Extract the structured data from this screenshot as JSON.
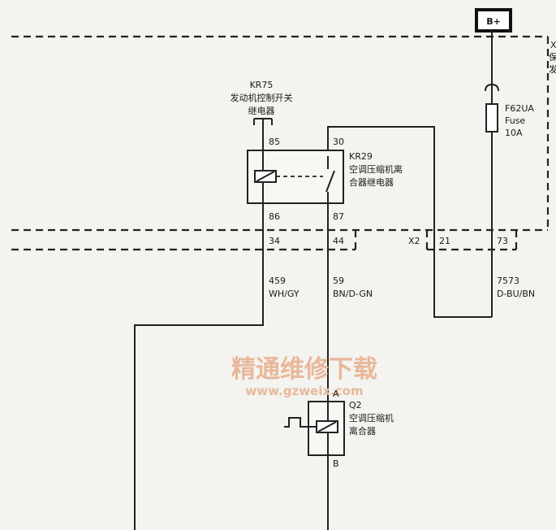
{
  "power": {
    "label": "B+"
  },
  "fuse_box_partial": {
    "label_line1": "X",
    "label_line2": "保",
    "label_line3": "发"
  },
  "fuse": {
    "id": "F62UA",
    "name": "Fuse",
    "rating": "10A"
  },
  "relay_kr75": {
    "id": "KR75",
    "line1": "发动机控制开关",
    "line2": "继电器"
  },
  "relay_kr29": {
    "id": "KR29",
    "line1": "空调压缩机离",
    "line2": "合器继电器"
  },
  "pins": {
    "p85": "85",
    "p86": "86",
    "p30": "30",
    "p87": "87"
  },
  "connector": {
    "id": "X2",
    "p34": "34",
    "p44": "44",
    "p21": "21",
    "p73": "73"
  },
  "wires": {
    "w459": {
      "circuit": "459",
      "color": "WH/GY"
    },
    "w59": {
      "circuit": "59",
      "color": "BN/D-GN"
    },
    "w7573": {
      "circuit": "7573",
      "color": "D-BU/BN"
    }
  },
  "clutch": {
    "id": "Q2",
    "line1": "空调压缩机",
    "line2": "离合器",
    "pinA": "A",
    "pinB": "B"
  },
  "watermark": {
    "line1": "精通维修下载",
    "line2": "www.gzweix.com"
  }
}
